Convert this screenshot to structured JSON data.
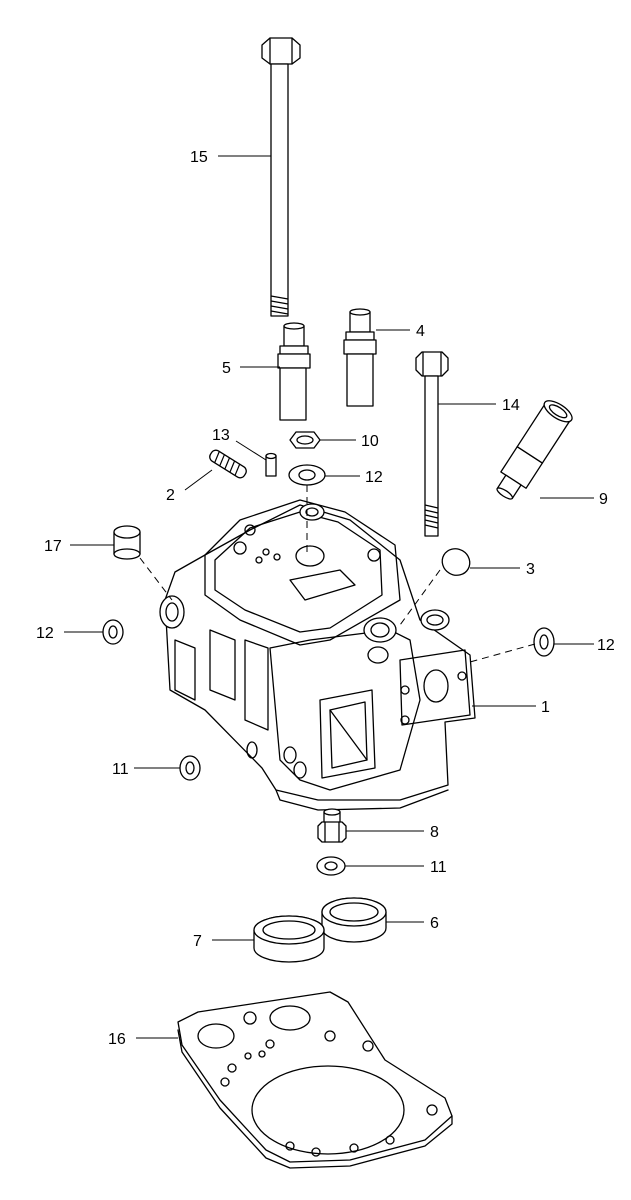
{
  "parts": [
    {
      "id": "p1",
      "number": "1"
    },
    {
      "id": "p2",
      "number": "2"
    },
    {
      "id": "p3",
      "number": "3"
    },
    {
      "id": "p4",
      "number": "4"
    },
    {
      "id": "p5",
      "number": "5"
    },
    {
      "id": "p6",
      "number": "6"
    },
    {
      "id": "p7",
      "number": "7"
    },
    {
      "id": "p8",
      "number": "8"
    },
    {
      "id": "p9",
      "number": "9"
    },
    {
      "id": "p10",
      "number": "10"
    },
    {
      "id": "p11a",
      "number": "11"
    },
    {
      "id": "p11b",
      "number": "11"
    },
    {
      "id": "p12a",
      "number": "12"
    },
    {
      "id": "p12b",
      "number": "12"
    },
    {
      "id": "p12c",
      "number": "12"
    },
    {
      "id": "p13",
      "number": "13"
    },
    {
      "id": "p14",
      "number": "14"
    },
    {
      "id": "p15",
      "number": "15"
    },
    {
      "id": "p16",
      "number": "16"
    },
    {
      "id": "p17",
      "number": "17"
    }
  ]
}
